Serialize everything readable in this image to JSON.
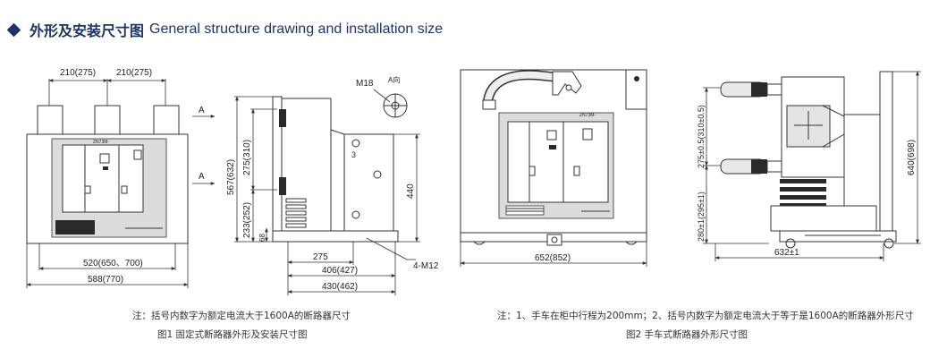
{
  "header": {
    "title_cn": "外形及安装尺寸图",
    "title_en": "General structure drawing and installation size"
  },
  "fig1": {
    "model_label": "ZN73M-",
    "dims": {
      "top_left": "210(275)",
      "top_right": "210(275)",
      "bottom_inner": "520(650、700)",
      "bottom_outer": "588(770)",
      "side_567": "567(632)",
      "side_275": "275(310)",
      "side_233": "233(252)",
      "side_68": "68",
      "side_440": "440",
      "bot_275": "275",
      "bot_406": "406(427)",
      "bot_430": "430(462)",
      "m12": "4-M12",
      "m18": "M18",
      "a_dir": "A向",
      "arrow_a": "A",
      "label_3": "3"
    },
    "note": "注：括号内数字为额定电流大于1600A的断路器尺寸",
    "caption": "图1 固定式断路器外形及安装尺寸图"
  },
  "fig2": {
    "model_label": "ZN73M-",
    "dims": {
      "bottom_652": "652(852)",
      "bottom_632": "632±1",
      "side_275": "275±0.5(310±0.5)",
      "side_280": "280±1(295±1)",
      "side_640": "640(698)"
    },
    "note": "注：1、手车在柜中行程为200mm；2、括号内数字为额定电流大于等于是1600A的断路器外形尺寸",
    "caption": "图2 手车式断路器外形尺寸图"
  }
}
